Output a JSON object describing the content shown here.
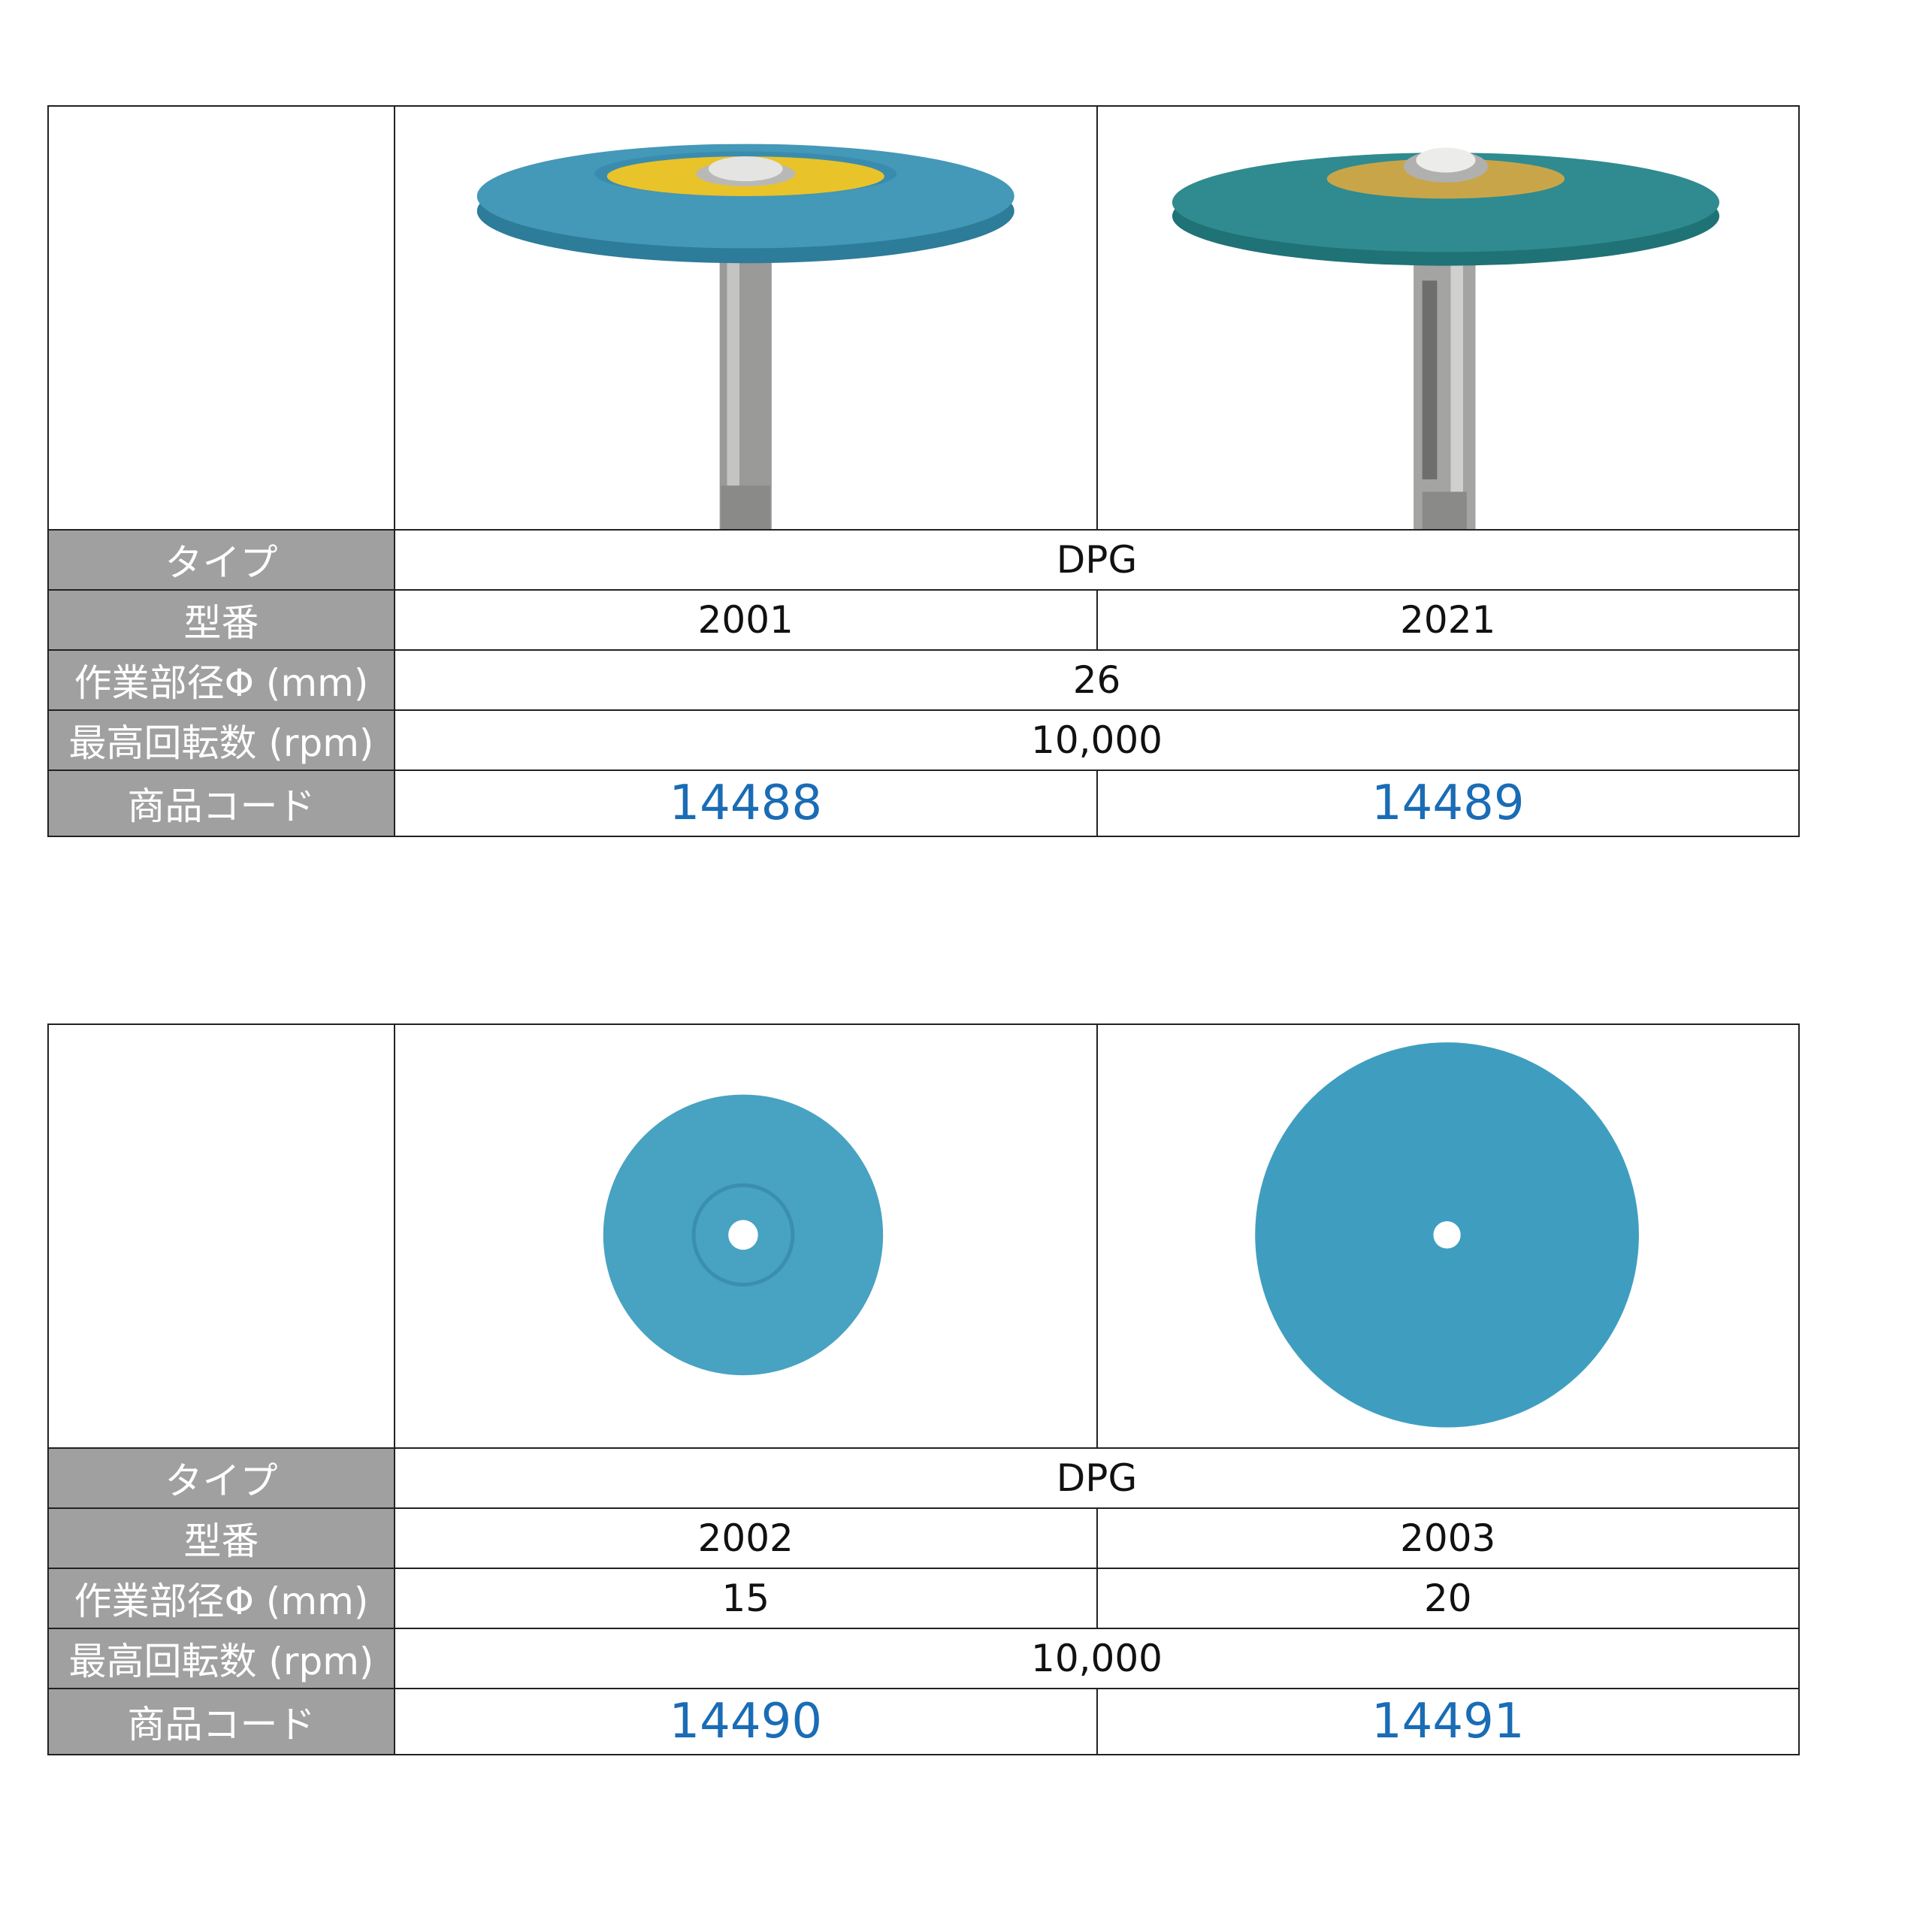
{
  "labels": {
    "type": "タイプ",
    "model": "型番",
    "diameter": "作業部径Φ (mm)",
    "max_rpm": "最高回転数 (rpm)",
    "product_code": "商品コード"
  },
  "table1": {
    "type": "DPG",
    "models": [
      "2001",
      "2021"
    ],
    "diameter": "26",
    "max_rpm": "10,000",
    "codes": [
      "14488",
      "14489"
    ]
  },
  "table2": {
    "type": "DPG",
    "models": [
      "2002",
      "2003"
    ],
    "diameters": [
      "15",
      "20"
    ],
    "max_rpm": "10,000",
    "codes": [
      "14490",
      "14491"
    ]
  },
  "colors": {
    "label_bg": "#a0a0a0",
    "code_text": "#1a6cb5",
    "disc_blue": "#3f9ec0",
    "disc_teal": "#2f8b8f"
  }
}
